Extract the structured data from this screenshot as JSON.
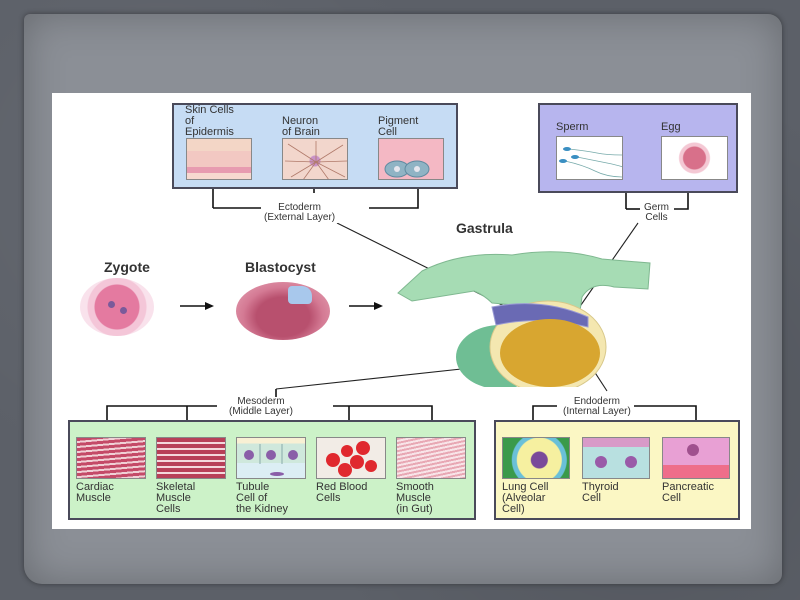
{
  "diagram": {
    "stages": [
      {
        "label": "Zygote"
      },
      {
        "label": "Blastocyst"
      },
      {
        "label": "Gastrula"
      }
    ],
    "ectoderm": {
      "label_line1": "Ectoderm",
      "label_line2": "(External Layer)",
      "cells": [
        {
          "label_lines": [
            "Skin Cells",
            "of",
            "Epidermis"
          ]
        },
        {
          "label_lines": [
            "Neuron",
            "of Brain"
          ]
        },
        {
          "label_lines": [
            "Pigment",
            "Cell"
          ]
        }
      ]
    },
    "germ": {
      "label_line1": "Germ",
      "label_line2": "Cells",
      "cells": [
        {
          "label_lines": [
            "Sperm"
          ]
        },
        {
          "label_lines": [
            "Egg"
          ]
        }
      ]
    },
    "mesoderm": {
      "label_line1": "Mesoderm",
      "label_line2": "(Middle Layer)",
      "cells": [
        {
          "label_lines": [
            "Cardiac",
            "Muscle"
          ]
        },
        {
          "label_lines": [
            "Skeletal",
            "Muscle",
            "Cells"
          ]
        },
        {
          "label_lines": [
            "Tubule",
            "Cell of",
            "the Kidney"
          ]
        },
        {
          "label_lines": [
            "Red Blood",
            "Cells"
          ]
        },
        {
          "label_lines": [
            "Smooth",
            "Muscle",
            "(in Gut)"
          ]
        }
      ]
    },
    "endoderm": {
      "label_line1": "Endoderm",
      "label_line2": "(Internal Layer)",
      "cells": [
        {
          "label_lines": [
            "Lung Cell",
            "(Alveolar",
            "Cell)"
          ]
        },
        {
          "label_lines": [
            "Thyroid",
            "Cell"
          ]
        },
        {
          "label_lines": [
            "Pancreatic",
            "Cell"
          ]
        }
      ]
    },
    "colors": {
      "ectoderm_box": "#c6dcf4",
      "germ_box": "#b7b5ee",
      "mesoderm_box": "#ccf2c8",
      "endoderm_box": "#fbf7c4"
    }
  }
}
